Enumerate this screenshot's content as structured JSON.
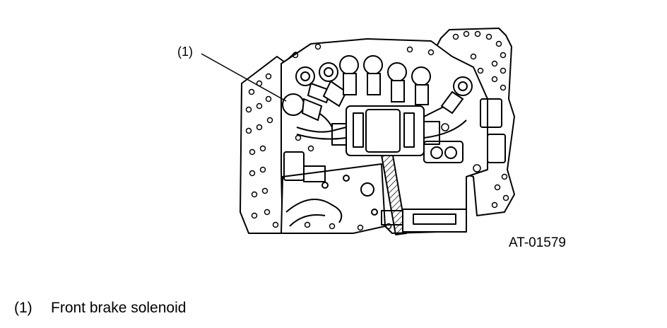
{
  "figure": {
    "id": "AT-01579",
    "callout": "(1)"
  },
  "legend": [
    {
      "number": "(1)",
      "label": "Front brake solenoid"
    }
  ]
}
